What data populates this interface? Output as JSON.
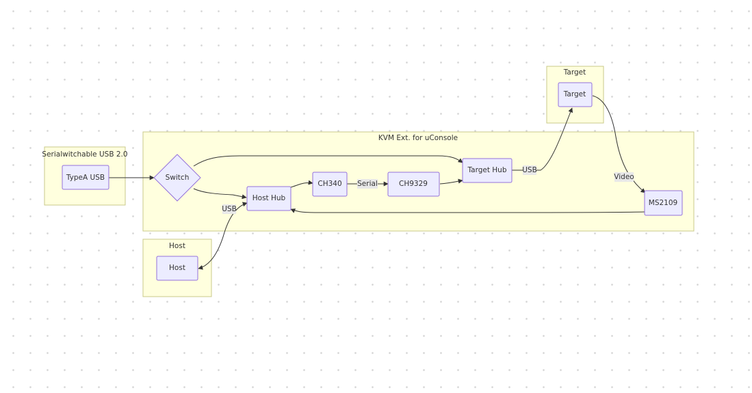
{
  "clusters": {
    "serial_switchable": {
      "label": "Serialwitchable USB 2.0"
    },
    "kvm": {
      "label": "KVM Ext. for uConsole"
    },
    "host": {
      "label": "Host"
    },
    "target": {
      "label": "Target"
    }
  },
  "nodes": {
    "typea_usb": "TypeA USB",
    "switch": "Switch",
    "host_hub": "Host Hub",
    "ch340": "CH340",
    "ch9329": "CH9329",
    "target_hub": "Target Hub",
    "ms2109": "MS2109",
    "host": "Host",
    "target": "Target"
  },
  "edge_labels": {
    "serial": "Serial",
    "usb_target": "USB",
    "usb_host": "USB",
    "video": "Video"
  },
  "colors": {
    "cluster_fill": "#ffffde",
    "cluster_stroke": "#c9c98a",
    "node_fill": "#ececff",
    "node_stroke": "#9370db",
    "edge": "#333333",
    "edge_label_bg": "#e8e8e8"
  }
}
